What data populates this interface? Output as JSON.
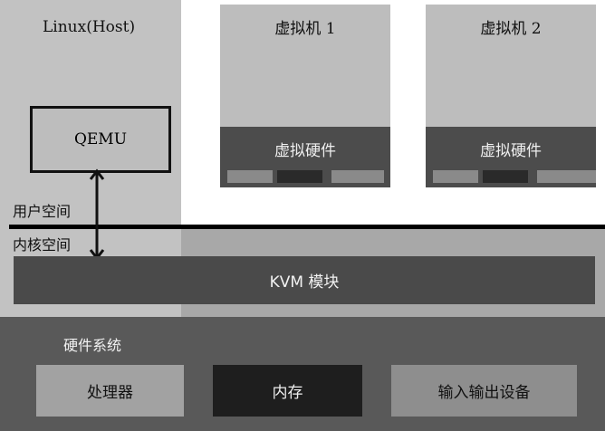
{
  "host": {
    "title": "Linux(Host)",
    "qemu": "QEMU"
  },
  "vms": [
    {
      "title": "虚拟机 1",
      "hardware": "虚拟硬件"
    },
    {
      "title": "虚拟机 2",
      "hardware": "虚拟硬件"
    }
  ],
  "space": {
    "user": "用户空间",
    "kernel": "内核空间"
  },
  "kvm": "KVM 模块",
  "hardware": {
    "title": "硬件系统",
    "cpu": "处理器",
    "memory": "内存",
    "io": "输入输出设备"
  }
}
